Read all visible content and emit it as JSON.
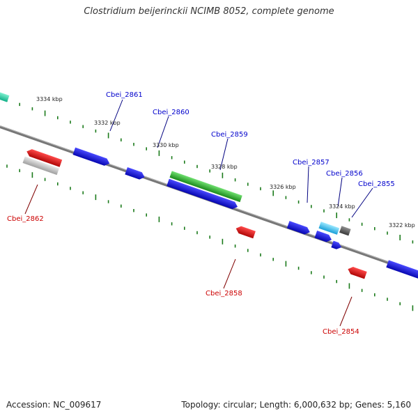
{
  "title": "Clostridium beijerinckii NCIMB 8052, complete genome",
  "footer": {
    "accession": "Accession: NC_009617",
    "summary": "Topology: circular; Length: 6,000,632 bp; Genes: 5,160"
  },
  "scale": {
    "ticks": [
      {
        "label": "3334 kbp",
        "id": "3334"
      },
      {
        "label": "3332 kbp",
        "id": "3332"
      },
      {
        "label": "3330 kbp",
        "id": "3330"
      },
      {
        "label": "3328 kbp",
        "id": "3328"
      },
      {
        "label": "3326 kbp",
        "id": "3326"
      },
      {
        "label": "3324 kbp",
        "id": "3324"
      },
      {
        "label": "3322 kbp",
        "id": "3322"
      }
    ]
  },
  "genes": [
    {
      "name": "Cbei_2861",
      "strand": "forward",
      "color": "#1010d8"
    },
    {
      "name": "Cbei_2860",
      "strand": "forward",
      "color": "#1010d8"
    },
    {
      "name": "Cbei_2859",
      "strand": "forward",
      "color": "#2cb82c"
    },
    {
      "name": "Cbei_2857",
      "strand": "forward",
      "color": "#20c0f0"
    },
    {
      "name": "Cbei_2856",
      "strand": "forward",
      "color": "#505050"
    },
    {
      "name": "Cbei_2855",
      "strand": "forward",
      "color": "#1010d8"
    },
    {
      "name": "Cbei_2862",
      "strand": "reverse",
      "color": "#e81010"
    },
    {
      "name": "Cbei_2858",
      "strand": "reverse",
      "color": "#e81010"
    },
    {
      "name": "Cbei_2854",
      "strand": "reverse",
      "color": "#e81010"
    }
  ],
  "colors": {
    "forward_label": "#0000cc",
    "reverse_label": "#cc0000",
    "backbone": "#808080",
    "tick": "#1a7a1a",
    "cds_blue": "#1010d8",
    "cds_red": "#e81010",
    "cds_green": "#2cb82c",
    "cds_teal": "#20d0a0",
    "cds_gray": "#b0b0b0"
  }
}
